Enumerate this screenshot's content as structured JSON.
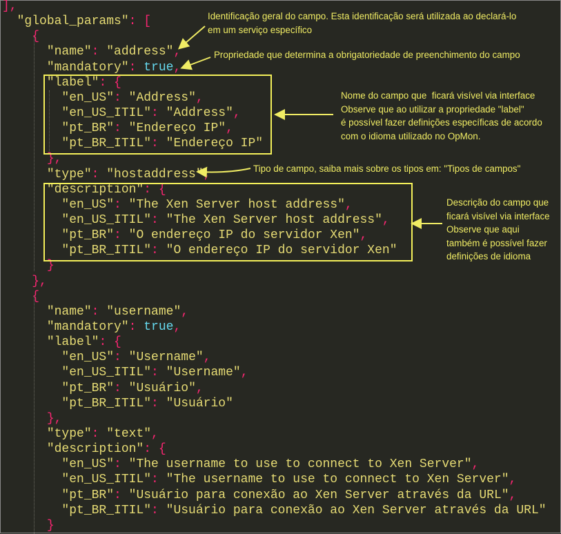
{
  "code_lines": [
    {
      "indent": 0,
      "tokens": [
        [
          "p",
          "],"
        ]
      ]
    },
    {
      "indent": 1,
      "tokens": [
        [
          "k",
          "\"global_params\""
        ],
        [
          "p",
          ": "
        ],
        [
          "p",
          "["
        ]
      ]
    },
    {
      "indent": 2,
      "tokens": [
        [
          "p",
          "{"
        ]
      ]
    },
    {
      "indent": 3,
      "tokens": [
        [
          "k",
          "\"name\""
        ],
        [
          "p",
          ": "
        ],
        [
          "s",
          "\"address\""
        ],
        [
          "p",
          ","
        ]
      ]
    },
    {
      "indent": 3,
      "tokens": [
        [
          "k",
          "\"mandatory\""
        ],
        [
          "p",
          ": "
        ],
        [
          "b",
          "true"
        ],
        [
          "p",
          ","
        ]
      ]
    },
    {
      "indent": 3,
      "tokens": [
        [
          "k",
          "\"label\""
        ],
        [
          "p",
          ": "
        ],
        [
          "p",
          "{"
        ]
      ]
    },
    {
      "indent": 4,
      "tokens": [
        [
          "k",
          "\"en_US\""
        ],
        [
          "p",
          ": "
        ],
        [
          "s",
          "\"Address\""
        ],
        [
          "p",
          ","
        ]
      ]
    },
    {
      "indent": 4,
      "tokens": [
        [
          "k",
          "\"en_US_ITIL\""
        ],
        [
          "p",
          ": "
        ],
        [
          "s",
          "\"Address\""
        ],
        [
          "p",
          ","
        ]
      ]
    },
    {
      "indent": 4,
      "tokens": [
        [
          "k",
          "\"pt_BR\""
        ],
        [
          "p",
          ": "
        ],
        [
          "s",
          "\"Endereço IP\""
        ],
        [
          "p",
          ","
        ]
      ]
    },
    {
      "indent": 4,
      "tokens": [
        [
          "k",
          "\"pt_BR_ITIL\""
        ],
        [
          "p",
          ": "
        ],
        [
          "s",
          "\"Endereço IP\""
        ]
      ]
    },
    {
      "indent": 3,
      "tokens": [
        [
          "p",
          "},"
        ]
      ]
    },
    {
      "indent": 3,
      "tokens": [
        [
          "k",
          "\"type\""
        ],
        [
          "p",
          ": "
        ],
        [
          "s",
          "\"hostaddress\""
        ],
        [
          "p",
          ","
        ]
      ]
    },
    {
      "indent": 3,
      "tokens": [
        [
          "k",
          "\"description\""
        ],
        [
          "p",
          ": "
        ],
        [
          "p",
          "{"
        ]
      ]
    },
    {
      "indent": 4,
      "tokens": [
        [
          "k",
          "\"en_US\""
        ],
        [
          "p",
          ": "
        ],
        [
          "s",
          "\"The Xen Server host address\""
        ],
        [
          "p",
          ","
        ]
      ]
    },
    {
      "indent": 4,
      "tokens": [
        [
          "k",
          "\"en_US_ITIL\""
        ],
        [
          "p",
          ": "
        ],
        [
          "s",
          "\"The Xen Server host address\""
        ],
        [
          "p",
          ","
        ]
      ]
    },
    {
      "indent": 4,
      "tokens": [
        [
          "k",
          "\"pt_BR\""
        ],
        [
          "p",
          ": "
        ],
        [
          "s",
          "\"O endereço IP do servidor Xen\""
        ],
        [
          "p",
          ","
        ]
      ]
    },
    {
      "indent": 4,
      "tokens": [
        [
          "k",
          "\"pt_BR_ITIL\""
        ],
        [
          "p",
          ": "
        ],
        [
          "s",
          "\"O endereço IP do servidor Xen\""
        ]
      ]
    },
    {
      "indent": 3,
      "tokens": [
        [
          "p",
          "}"
        ]
      ]
    },
    {
      "indent": 2,
      "tokens": [
        [
          "p",
          "},"
        ]
      ]
    },
    {
      "indent": 2,
      "tokens": [
        [
          "p",
          "{"
        ]
      ]
    },
    {
      "indent": 3,
      "tokens": [
        [
          "k",
          "\"name\""
        ],
        [
          "p",
          ": "
        ],
        [
          "s",
          "\"username\""
        ],
        [
          "p",
          ","
        ]
      ]
    },
    {
      "indent": 3,
      "tokens": [
        [
          "k",
          "\"mandatory\""
        ],
        [
          "p",
          ": "
        ],
        [
          "b",
          "true"
        ],
        [
          "p",
          ","
        ]
      ]
    },
    {
      "indent": 3,
      "tokens": [
        [
          "k",
          "\"label\""
        ],
        [
          "p",
          ": "
        ],
        [
          "p",
          "{"
        ]
      ]
    },
    {
      "indent": 4,
      "tokens": [
        [
          "k",
          "\"en_US\""
        ],
        [
          "p",
          ": "
        ],
        [
          "s",
          "\"Username\""
        ],
        [
          "p",
          ","
        ]
      ]
    },
    {
      "indent": 4,
      "tokens": [
        [
          "k",
          "\"en_US_ITIL\""
        ],
        [
          "p",
          ": "
        ],
        [
          "s",
          "\"Username\""
        ],
        [
          "p",
          ","
        ]
      ]
    },
    {
      "indent": 4,
      "tokens": [
        [
          "k",
          "\"pt_BR\""
        ],
        [
          "p",
          ": "
        ],
        [
          "s",
          "\"Usuário\""
        ],
        [
          "p",
          ","
        ]
      ]
    },
    {
      "indent": 4,
      "tokens": [
        [
          "k",
          "\"pt_BR_ITIL\""
        ],
        [
          "p",
          ": "
        ],
        [
          "s",
          "\"Usuário\""
        ]
      ]
    },
    {
      "indent": 3,
      "tokens": [
        [
          "p",
          "},"
        ]
      ]
    },
    {
      "indent": 3,
      "tokens": [
        [
          "k",
          "\"type\""
        ],
        [
          "p",
          ": "
        ],
        [
          "s",
          "\"text\""
        ],
        [
          "p",
          ","
        ]
      ]
    },
    {
      "indent": 3,
      "tokens": [
        [
          "k",
          "\"description\""
        ],
        [
          "p",
          ": "
        ],
        [
          "p",
          "{"
        ]
      ]
    },
    {
      "indent": 4,
      "tokens": [
        [
          "k",
          "\"en_US\""
        ],
        [
          "p",
          ": "
        ],
        [
          "s",
          "\"The username to use to connect to Xen Server\""
        ],
        [
          "p",
          ","
        ]
      ]
    },
    {
      "indent": 4,
      "tokens": [
        [
          "k",
          "\"en_US_ITIL\""
        ],
        [
          "p",
          ": "
        ],
        [
          "s",
          "\"The username to use to connect to Xen Server\""
        ],
        [
          "p",
          ","
        ]
      ]
    },
    {
      "indent": 4,
      "tokens": [
        [
          "k",
          "\"pt_BR\""
        ],
        [
          "p",
          ": "
        ],
        [
          "s",
          "\"Usuário para conexão ao Xen Server através da URL\""
        ],
        [
          "p",
          ","
        ]
      ]
    },
    {
      "indent": 4,
      "tokens": [
        [
          "k",
          "\"pt_BR_ITIL\""
        ],
        [
          "p",
          ": "
        ],
        [
          "s",
          "\"Usuário para conexão ao Xen Server através da URL\""
        ]
      ]
    },
    {
      "indent": 3,
      "tokens": [
        [
          "p",
          "}"
        ]
      ]
    }
  ],
  "annotations": {
    "name_note": "Identificação geral do campo. Esta identificação será utilizada ao declará-lo\nem um serviço específico",
    "mandatory_note": "Propriedade que determina a obrigatoriedade de preenchimento do campo",
    "label_note": "Nome do campo que  ficará visível via interface\nObserve que ao utilizar a propriedade \"label\"\né possível fazer definições específicas de acordo\ncom o idioma utilizado no OpMon.",
    "type_note": "Tipo de campo, saiba mais sobre os tipos em: \"Tipos de campos\"",
    "description_note": "Descrição do campo que\nficará visível via interface\nObserve que aqui\ntambém é possível fazer\ndefinições de idioma"
  },
  "colors": {
    "background": "#272822",
    "punctuation": "#f92672",
    "string": "#e6db74",
    "boolean": "#66d9ef",
    "annotation": "#f0ec64"
  }
}
